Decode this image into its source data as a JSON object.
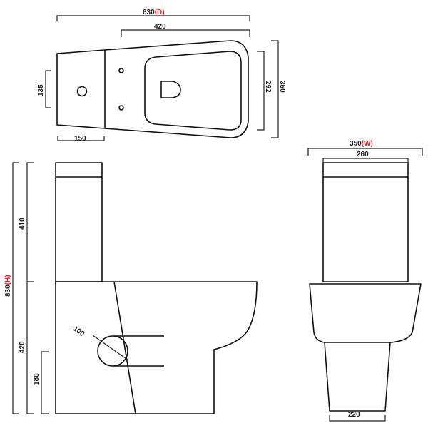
{
  "colors": {
    "lines": "#111111",
    "highlight": "#e02020"
  },
  "top_view": {
    "depth_value": "630",
    "depth_code": "(D)",
    "seat_length": "420",
    "flush_offset": "135",
    "cistern_depth": "150",
    "seat_width": "292",
    "overall_width": "350"
  },
  "side_view": {
    "height_value": "830",
    "height_code": "(H)",
    "cistern_height": "410",
    "pan_height": "420",
    "outlet_height": "180",
    "outlet_diameter": "100"
  },
  "front_view": {
    "width_value": "350",
    "width_code": "(W)",
    "cistern_width": "260",
    "base_width": "220"
  }
}
